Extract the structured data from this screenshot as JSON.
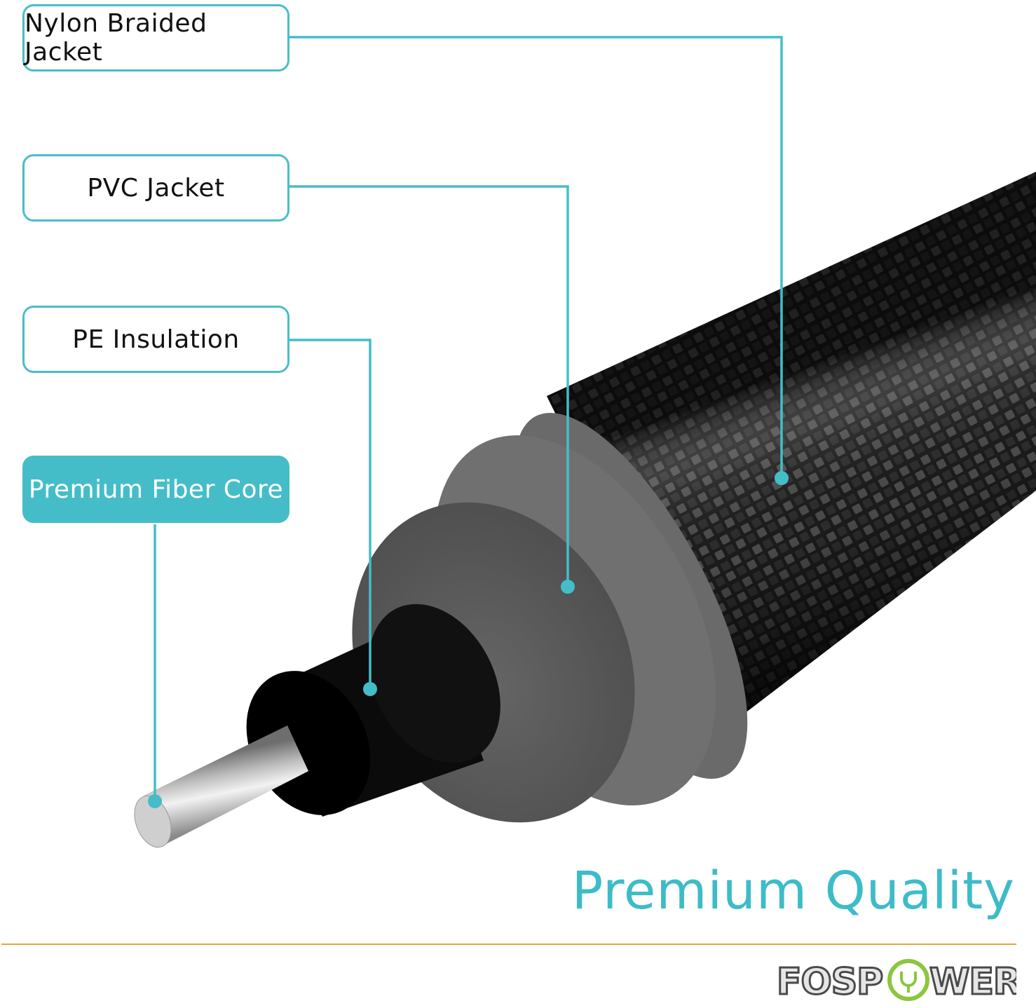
{
  "labels": {
    "nylon_braided_jacket": "Nylon Braided Jacket",
    "pvc_jacket": "PVC Jacket",
    "pe_insulation": "PE Insulation",
    "premium_fiber_core": "Premium Fiber Core"
  },
  "headline": "Premium Quality",
  "brand": {
    "logo_text_left": "FOSP",
    "logo_text_right": "WER"
  },
  "colors": {
    "accent": "#45bdc9",
    "rule": "#e0a83a",
    "jacket": "#1a1a1a",
    "pvc": "#5c5c5c",
    "insulation": "#0a0a0a",
    "core": "#c8c8c8"
  }
}
